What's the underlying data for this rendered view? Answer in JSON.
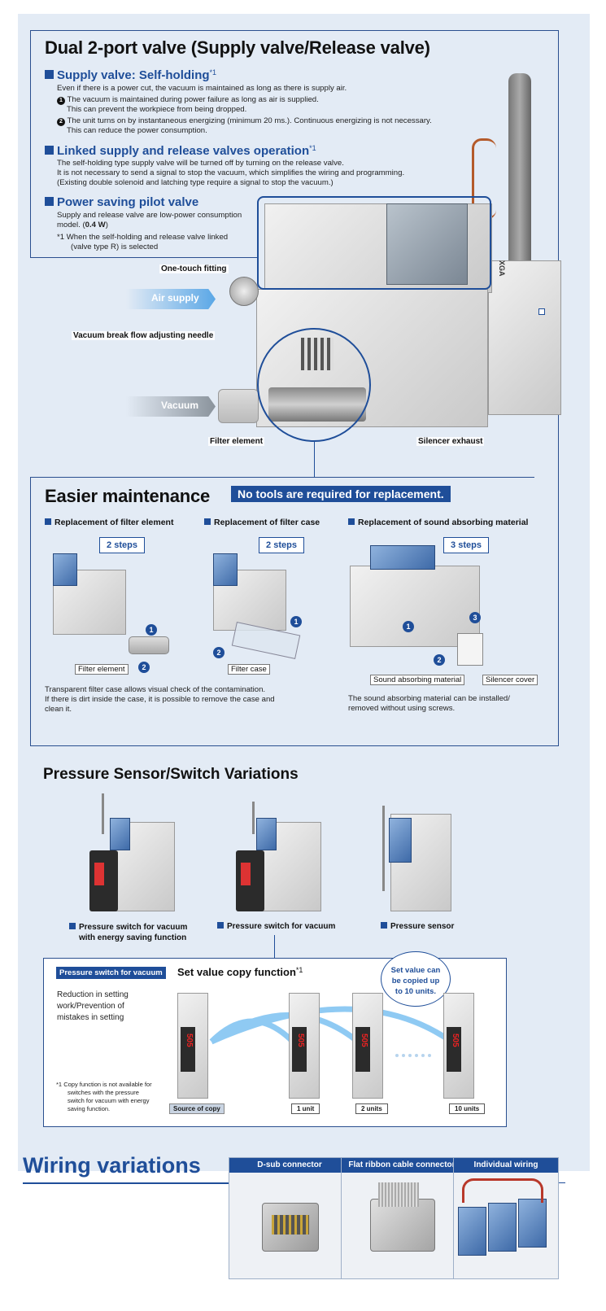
{
  "dual_valve": {
    "title": "Dual 2-port valve (Supply valve/Release valve)",
    "supply": {
      "heading": "Supply valve: Self-holding",
      "sup": "*1",
      "intro": "Even if there is a power cut, the vacuum is maintained as long as there is supply air.",
      "items": [
        {
          "num": "1",
          "line1": "The vacuum is maintained during power failure as long as air is supplied.",
          "line2": "This can prevent the workpiece from being dropped."
        },
        {
          "num": "2",
          "line1": "The unit turns on by instantaneous energizing (minimum 20 ms.). Continuous energizing is not necessary.",
          "line2": "This can reduce the power consumption."
        }
      ]
    },
    "linked": {
      "heading": "Linked supply and release valves operation",
      "sup": "*1",
      "lines": [
        "The self-holding type supply valve will be turned off by turning on the release valve.",
        "It is not necessary to send a signal to stop the vacuum, which simplifies the wiring and programming.",
        "(Existing double solenoid and latching type require a signal to stop the vacuum.)"
      ]
    },
    "power": {
      "heading": "Power saving pilot valve",
      "line1": "Supply and release valve are low-power consumption",
      "line2_pre": "model. (",
      "line2_bold": "0.4 W",
      "line2_post": ")",
      "note_mark": "*1",
      "note_line1": "When the self-holding and release valve linked",
      "note_line2": "(valve type R) is selected"
    },
    "labels": {
      "one_touch": "One-touch fitting",
      "air_supply": "Air supply",
      "needle": "Vacuum break flow adjusting needle",
      "vacuum": "Vacuum",
      "filter_element": "Filter element",
      "silencer_exhaust": "Silencer exhaust",
      "product_mark": "XGA"
    }
  },
  "maintenance": {
    "title": "Easier maintenance",
    "badge": "No tools are required for replacement.",
    "cols": [
      {
        "heading": "Replacement of filter element",
        "steps": "2 steps",
        "caption": "Filter element",
        "nums": [
          "1",
          "2"
        ]
      },
      {
        "heading": "Replacement of filter case",
        "steps": "2 steps",
        "caption": "Filter case",
        "nums": [
          "1",
          "2"
        ]
      },
      {
        "heading": "Replacement of sound absorbing material",
        "steps": "3 steps",
        "caption": "Sound absorbing material",
        "caption2": "Silencer cover",
        "nums": [
          "1",
          "2",
          "3"
        ]
      }
    ],
    "note_left": [
      "Transparent filter case allows visual check of the contamination.",
      "If there is dirt inside the case, it is possible to remove the case and",
      "clean it."
    ],
    "note_right": [
      "The sound absorbing material can be installed/",
      "removed without using screws."
    ]
  },
  "sensor": {
    "title": "Pressure Sensor/Switch Variations",
    "items": [
      {
        "line1": "Pressure switch for vacuum",
        "line2": "with energy saving function"
      },
      {
        "line1": "Pressure switch for vacuum",
        "line2": ""
      },
      {
        "line1": "Pressure sensor",
        "line2": ""
      }
    ],
    "copy": {
      "tag": "Pressure switch for vacuum",
      "title": "Set value copy function",
      "sup": "*1",
      "bubble": [
        "Set value can",
        "be copied up",
        "to 10 units."
      ],
      "desc": [
        "Reduction in setting",
        "work/Prevention of",
        "mistakes in setting"
      ],
      "note_mark": "*1",
      "note": [
        "Copy function is not available for",
        "switches with the pressure",
        "switch for vacuum with energy",
        "saving function."
      ],
      "units": [
        "Source of copy",
        "1 unit",
        "2 units",
        "10 units"
      ],
      "display_value": "505"
    }
  },
  "wiring": {
    "title": "Wiring variations",
    "cols": [
      "D-sub connector",
      "Flat ribbon cable connector",
      "Individual wiring"
    ]
  },
  "colors": {
    "accent": "#1f4e99",
    "panel": "#e3ebf5",
    "arrow": "#5aa7e6"
  }
}
